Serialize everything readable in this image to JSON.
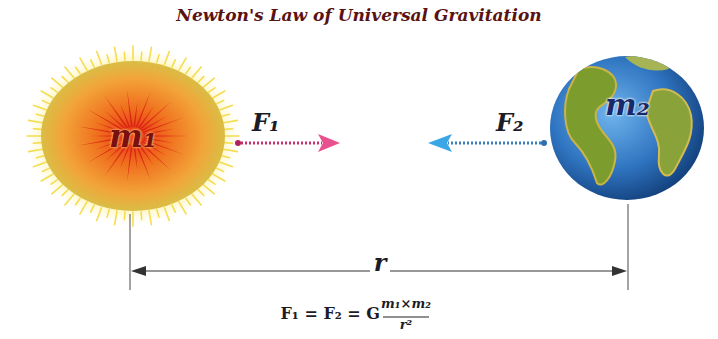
{
  "diagram": {
    "title": "Newton's Law of Universal Gravitation",
    "nodes": [
      {
        "text": [
          "m₁"
        ]
      },
      {
        "text": [
          "m₂"
        ]
      }
    ],
    "labels": [
      "F₁",
      "F₂",
      "r",
      "F₁ = F₂ = G",
      "m₁×m₂",
      "r²"
    ]
  }
}
